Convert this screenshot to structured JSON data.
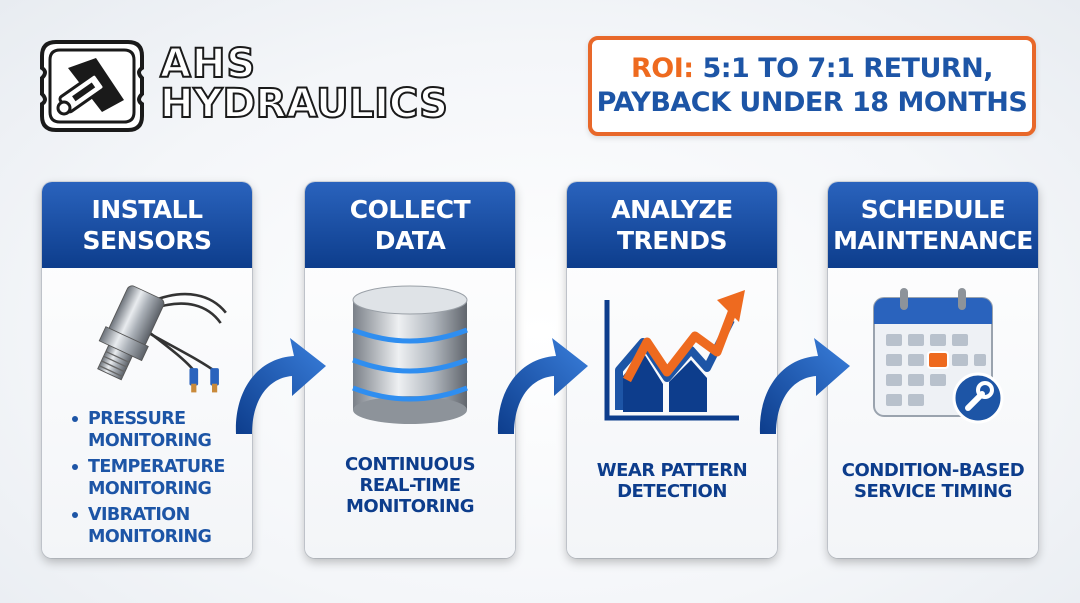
{
  "logo": {
    "line1": "AHS",
    "line2": "HYDRAULICS",
    "icon": "hydraulic-cylinder-icon"
  },
  "roi": {
    "line1_prefix": "ROI:",
    "line1_rest": " 5:1 TO 7:1 RETURN,",
    "line2": "PAYBACK UNDER 18 MONTHS"
  },
  "steps": [
    {
      "title_l1": "INSTALL",
      "title_l2": "SENSORS",
      "icon": "pressure-sensor-icon",
      "bullets": [
        {
          "l1": "PRESSURE",
          "l2": "MONITORING"
        },
        {
          "l1": "TEMPERATURE",
          "l2": "MONITORING"
        },
        {
          "l1": "VIBRATION",
          "l2": "MONITORING"
        }
      ]
    },
    {
      "title_l1": "COLLECT",
      "title_l2": "DATA",
      "icon": "database-icon",
      "caption": [
        "CONTINUOUS",
        "REAL-TIME",
        "MONITORING"
      ]
    },
    {
      "title_l1": "ANALYZE",
      "title_l2": "TRENDS",
      "icon": "trend-chart-icon",
      "caption": [
        "WEAR PATTERN",
        "DETECTION"
      ]
    },
    {
      "title_l1": "SCHEDULE",
      "title_l2": "MAINTENANCE",
      "icon": "calendar-wrench-icon",
      "caption": [
        "CONDITION-BASED",
        "SERVICE TIMING"
      ]
    }
  ],
  "colors": {
    "brand_blue": "#0d3d8c",
    "text_blue": "#1d55a6",
    "accent_orange": "#ee6a1f"
  }
}
